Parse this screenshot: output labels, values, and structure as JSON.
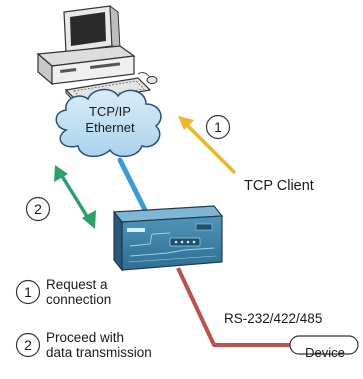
{
  "cloud": {
    "line1": "TCP/IP",
    "line2": "Ethernet"
  },
  "mode_label": "TCP Client",
  "serial_label": "RS-232/422/485",
  "device_label": "Device",
  "step_markers": {
    "upper": "1",
    "lower": "2"
  },
  "legend": [
    {
      "number": "1",
      "line1": "Request a",
      "line2": "connection"
    },
    {
      "number": "2",
      "line1": "Proceed with",
      "line2": "data transmission"
    }
  ],
  "colors": {
    "cloud_fill": "#bfe0f2",
    "cloud_stroke": "#2b4d80",
    "ethernet_cable": "#3a9bd8",
    "serial_cable": "#c0504d",
    "request_arrow": "#f2b52a",
    "transmission_arrow": "#2aa06a",
    "server_body": "#3d82a8"
  }
}
